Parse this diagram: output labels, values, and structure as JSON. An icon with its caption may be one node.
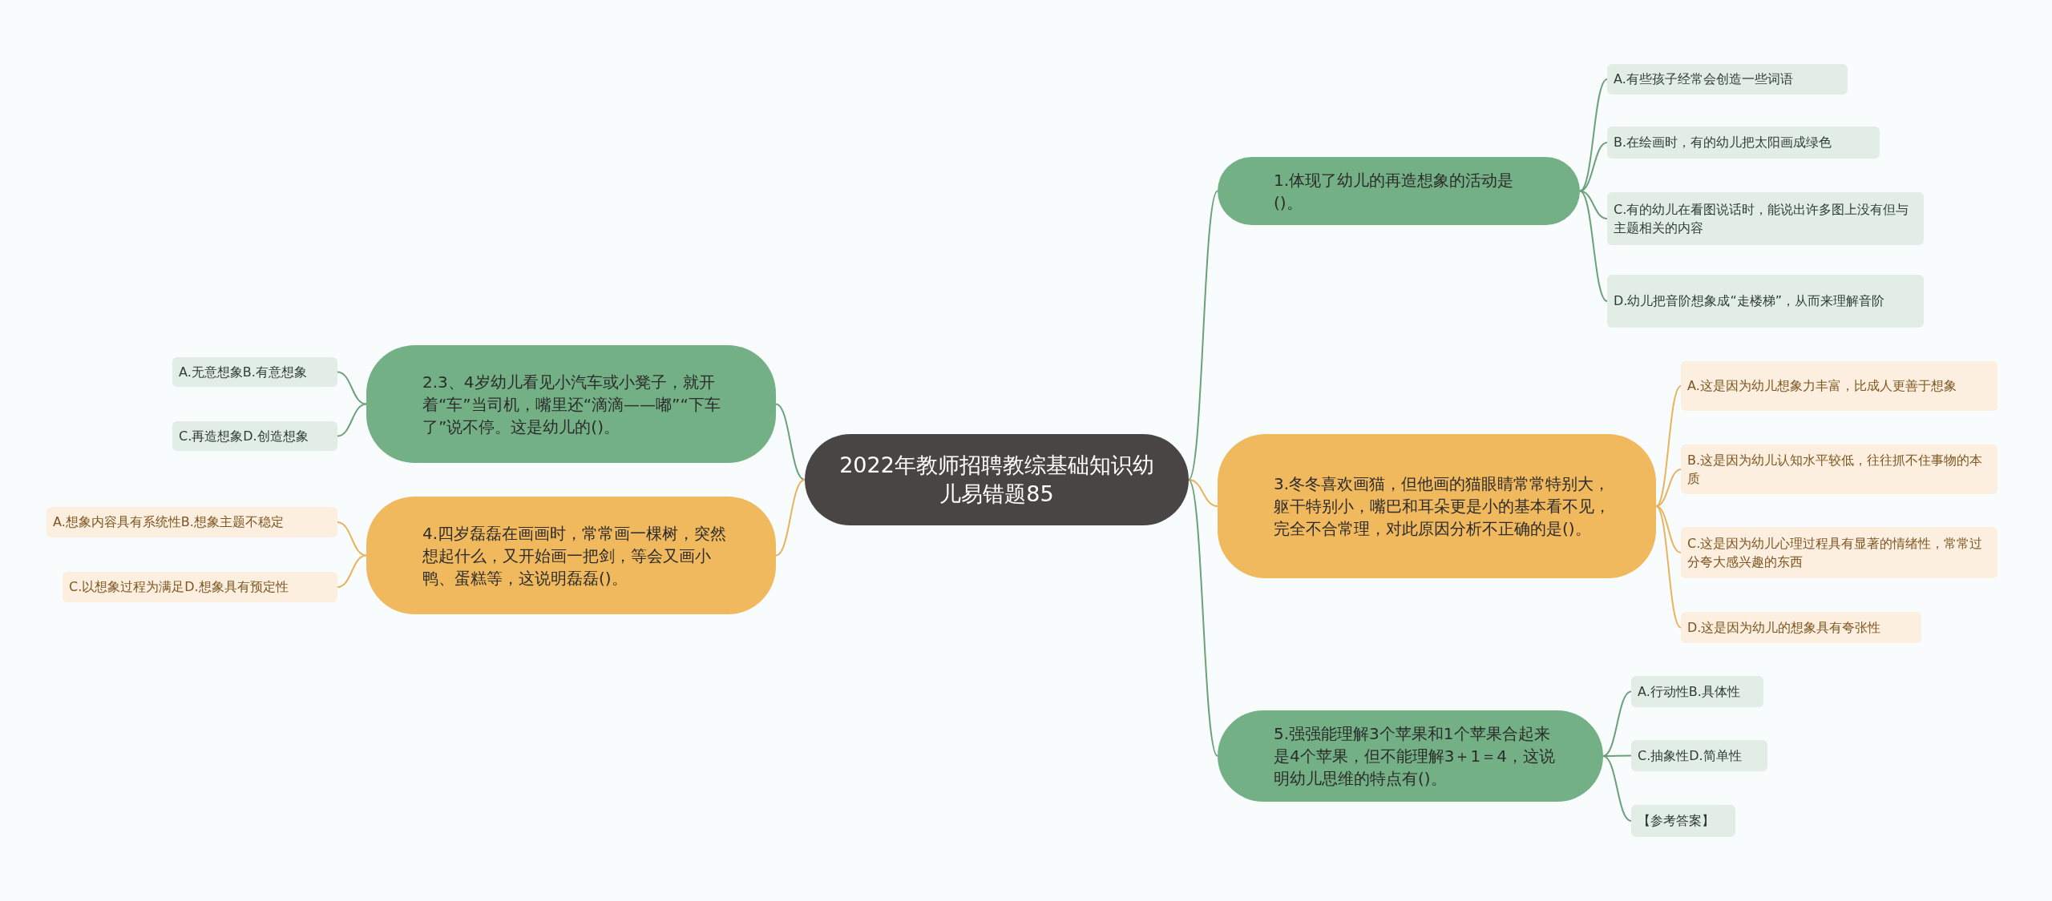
{
  "diagram": {
    "nodes": [
      {
        "text": [
          "2022年教师招聘教综基础知识幼儿易错题85"
        ]
      },
      {
        "text": [
          "1.体现了幼儿的再造想象的活动是()。"
        ]
      },
      {
        "text": [
          "A.有些孩子经常会创造一些词语"
        ]
      },
      {
        "text": [
          "B.在绘画时，有的幼儿把太阳画成绿色"
        ]
      },
      {
        "text": [
          "C.有的幼儿在看图说话时，能说出许多图上没有但与主题相关的内容"
        ]
      },
      {
        "text": [
          "D.幼儿把音阶想象成“走楼梯”，从而来理解音阶"
        ]
      },
      {
        "text": [
          "2.3、4岁幼儿看见小汽车或小凳子，就开着“车”当司机，嘴里还“滴滴——嘟”“下车了”说不停。这是幼儿的()。"
        ]
      },
      {
        "text": [
          "A.无意想象B.有意想象"
        ]
      },
      {
        "text": [
          "C.再造想象D.创造想象"
        ]
      },
      {
        "text": [
          "3.冬冬喜欢画猫，但他画的猫眼睛常常特别大，躯干特别小，嘴巴和耳朵更是小的基本看不见，完全不合常理，对此原因分析不正确的是()。"
        ]
      },
      {
        "text": [
          "A.这是因为幼儿想象力丰富，比成人更善于想象"
        ]
      },
      {
        "text": [
          "B.这是因为幼儿认知水平较低，往往抓不住事物的本质"
        ]
      },
      {
        "text": [
          "C.这是因为幼儿心理过程具有显著的情绪性，常常过分夸大感兴趣的东西"
        ]
      },
      {
        "text": [
          "D.这是因为幼儿的想象具有夸张性"
        ]
      },
      {
        "text": [
          "4.四岁磊磊在画画时，常常画一棵树，突然想起什么，又开始画一把剑，等会又画小鸭、蛋糕等，这说明磊磊()。"
        ]
      },
      {
        "text": [
          "A.想象内容具有系统性B.想象主题不稳定"
        ]
      },
      {
        "text": [
          "C.以想象过程为满足D.想象具有预定性"
        ]
      },
      {
        "text": [
          "5.强强能理解3个苹果和1个苹果合起来是4个苹果，但不能理解3＋1＝4，这说明幼儿思维的特点有()。"
        ]
      },
      {
        "text": [
          "A.行动性B.具体性"
        ]
      },
      {
        "text": [
          "C.抽象性D.简单性"
        ]
      },
      {
        "text": [
          "【参考答案】"
        ]
      }
    ],
    "edges": [
      {
        "from": 0,
        "to": 1,
        "arrow": "none"
      },
      {
        "from": 1,
        "to": 2,
        "arrow": "none"
      },
      {
        "from": 1,
        "to": 3,
        "arrow": "none"
      },
      {
        "from": 1,
        "to": 4,
        "arrow": "none"
      },
      {
        "from": 1,
        "to": 5,
        "arrow": "none"
      },
      {
        "from": 0,
        "to": 6,
        "arrow": "none"
      },
      {
        "from": 6,
        "to": 7,
        "arrow": "none"
      },
      {
        "from": 6,
        "to": 8,
        "arrow": "none"
      },
      {
        "from": 0,
        "to": 9,
        "arrow": "none",
        "color": "#e9b25c"
      },
      {
        "from": 9,
        "to": 10,
        "arrow": "none",
        "color": "#e9b25c"
      },
      {
        "from": 9,
        "to": 11,
        "arrow": "none",
        "color": "#e9b25c"
      },
      {
        "from": 9,
        "to": 12,
        "arrow": "none",
        "color": "#e9b25c"
      },
      {
        "from": 9,
        "to": 13,
        "arrow": "none",
        "color": "#e9b25c"
      },
      {
        "from": 0,
        "to": 14,
        "arrow": "none",
        "color": "#e9b25c"
      },
      {
        "from": 14,
        "to": 15,
        "arrow": "none",
        "color": "#e9b25c"
      },
      {
        "from": 14,
        "to": 16,
        "arrow": "none",
        "color": "#e9b25c"
      },
      {
        "from": 0,
        "to": 17,
        "arrow": "none"
      },
      {
        "from": 17,
        "to": 18,
        "arrow": "none"
      },
      {
        "from": 17,
        "to": 19,
        "arrow": "none"
      },
      {
        "from": 17,
        "to": 20,
        "arrow": "none"
      }
    ]
  }
}
